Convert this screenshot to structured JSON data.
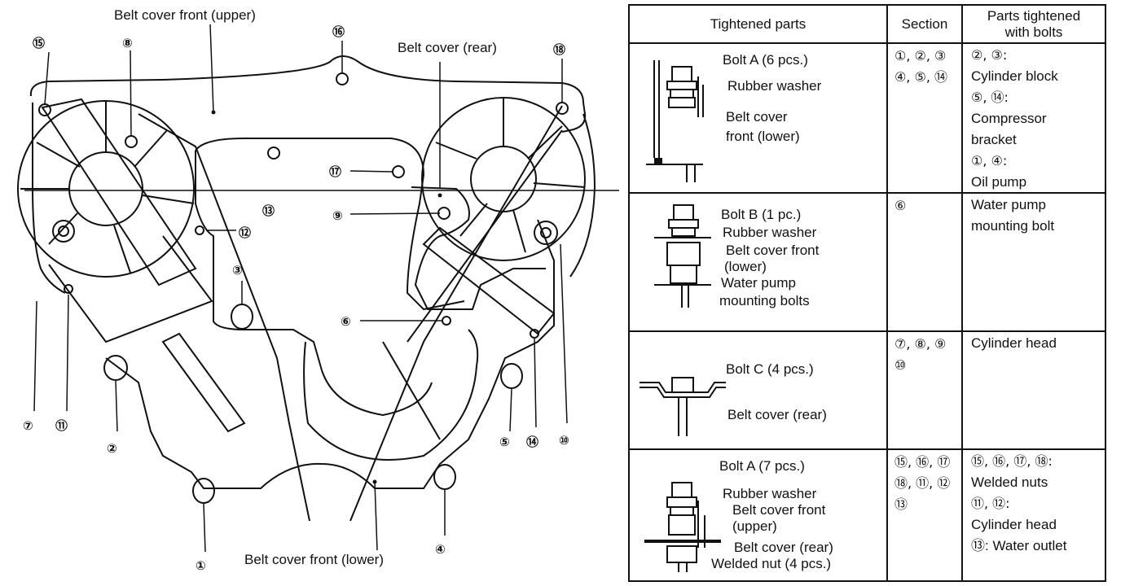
{
  "diagram": {
    "labels": {
      "belt_cover_front_upper": "Belt cover front (upper)",
      "belt_cover_rear": "Belt cover (rear)",
      "belt_cover_front_lower": "Belt cover front (lower)"
    },
    "callouts": {
      "n1": "①",
      "n2": "②",
      "n3": "③",
      "n4": "④",
      "n5": "⑤",
      "n6": "⑥",
      "n7": "⑦",
      "n8": "⑧",
      "n9": "⑨",
      "n10": "⑩",
      "n11": "⑪",
      "n12": "⑫",
      "n13": "⑬",
      "n14": "⑭",
      "n15": "⑮",
      "n16": "⑯",
      "n17": "⑰",
      "n18": "⑱"
    }
  },
  "table": {
    "headers": {
      "parts": "Tightened parts",
      "section": "Section",
      "tightened_line1": "Parts tightened",
      "tightened_line2": "with bolts"
    },
    "rows": [
      {
        "part_labels": [
          "Bolt A (6 pcs.)",
          "Rubber washer",
          "Belt cover",
          "front (lower)"
        ],
        "section_lines": [
          "①, ②, ③",
          "④, ⑤, ⑭"
        ],
        "tightened_lines": [
          "②, ③:",
          "Cylinder block",
          "⑤, ⑭:",
          "Compressor",
          "bracket",
          "①, ④:",
          "Oil pump"
        ]
      },
      {
        "part_labels": [
          "Bolt B (1 pc.)",
          "Rubber washer",
          "Belt cover front",
          "(lower)",
          "Water pump",
          "mounting bolts"
        ],
        "section_lines": [
          "⑥"
        ],
        "tightened_lines": [
          "Water pump",
          "mounting bolt"
        ]
      },
      {
        "part_labels": [
          "Bolt C (4 pcs.)",
          "Belt cover (rear)"
        ],
        "section_lines": [
          "⑦, ⑧, ⑨",
          "⑩"
        ],
        "tightened_lines": [
          "Cylinder head"
        ]
      },
      {
        "part_labels": [
          "Bolt A (7 pcs.)",
          "Rubber washer",
          "Belt cover front",
          "(upper)",
          "Belt cover (rear)",
          "Welded nut (4 pcs.)"
        ],
        "section_lines": [
          "⑮, ⑯, ⑰",
          "⑱, ⑪, ⑫",
          "⑬"
        ],
        "tightened_lines": [
          "⑮, ⑯, ⑰, ⑱:",
          "Welded nuts",
          "⑪, ⑫:",
          "Cylinder head",
          "⑬: Water outlet"
        ]
      }
    ]
  }
}
